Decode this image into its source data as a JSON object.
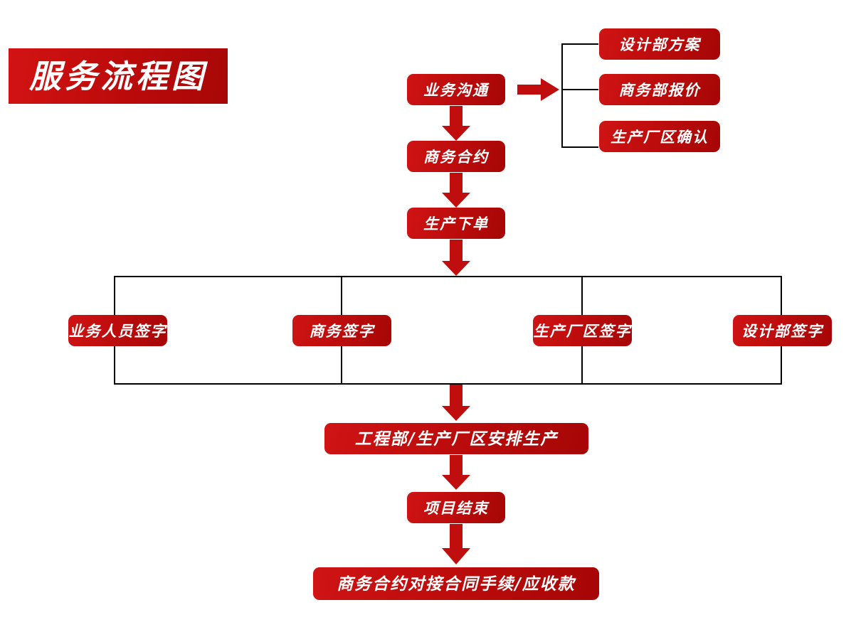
{
  "diagram": {
    "title": "服务流程图",
    "accent_color": "#c00d0d",
    "line_color": "#000000",
    "nodes": {
      "business_communication": "业务沟通",
      "design_plan": "设计部方案",
      "business_quote": "商务部报价",
      "plant_confirm": "生产厂区确认",
      "business_contract": "商务合约",
      "production_order": "生产下单",
      "sales_signature": "业务人员签字",
      "business_signature": "商务签字",
      "plant_signature": "生产厂区签字",
      "design_signature": "设计部签字",
      "arrange_production": "工程部/生产厂区安排生产",
      "project_end": "项目结束",
      "contract_settlement": "商务合约对接合同手续/应收款"
    }
  }
}
